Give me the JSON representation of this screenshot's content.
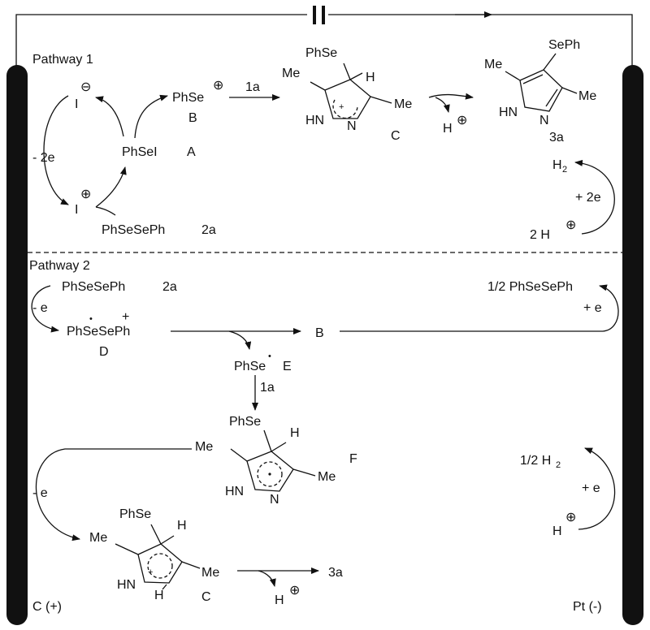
{
  "electrodes": {
    "anode": "C (+)",
    "cathode": "Pt (-)"
  },
  "pathway1": {
    "title": "Pathway 1",
    "i_minus": "I",
    "i_minus_charge": "⊖",
    "i_plus": "I",
    "i_plus_charge": "⊕",
    "minus2e": "- 2e",
    "phsei": "PhSeI",
    "phsei_label": "A",
    "phse_cation": "PhSe",
    "phse_cation_charge": "⊕",
    "phse_cation_label": "B",
    "diselenide": "PhSeSePh",
    "diselenide_label": "2a",
    "arrow_1a": "1a",
    "intC": {
      "phse": "PhSe",
      "h": "H",
      "me_left": "Me",
      "me_right": "Me",
      "hn": "HN",
      "n": "N",
      "plus": "+",
      "label": "C"
    },
    "hplus": "H",
    "hplus_charge": "⊕",
    "product": {
      "seph": "SePh",
      "me_left": "Me",
      "me_right": "Me",
      "hn": "HN",
      "n": "N",
      "label": "3a"
    },
    "cathode": {
      "h2": "H",
      "h2_sub": "2",
      "plus2e": "+ 2e",
      "two_h": "2 H",
      "charge": "⊕"
    }
  },
  "pathway2": {
    "title": "Pathway 2",
    "diselenide": "PhSeSePh",
    "diselenide_label": "2a",
    "minus_e": "- e",
    "radical_cation": "PhSeSePh",
    "radical_dot": "•",
    "radical_plus": "+",
    "radical_label": "D",
    "b": "B",
    "phse_radical": "PhSe",
    "phse_radical_dot": "•",
    "phse_radical_label": "E",
    "arrow_1a": "1a",
    "half_diselenide": "1/2 PhSeSePh",
    "plus_e_top": "+ e",
    "intF": {
      "phse": "PhSe",
      "h": "H",
      "me_left": "Me",
      "me_right": "Me",
      "hn": "HN",
      "n": "N",
      "label": "F"
    },
    "minus_e2": "- e",
    "intC": {
      "phse": "PhSe",
      "h": "H",
      "me_left": "Me",
      "me_right": "Me",
      "hn": "HN",
      "h_bottom": "H",
      "plus": "+",
      "label": "C"
    },
    "hplus": "H",
    "hplus_charge": "⊕",
    "product": "3a",
    "cathode": {
      "half_h2": "1/2 H",
      "h2_sub": "2",
      "plus_e": "+ e",
      "h": "H",
      "charge": "⊕"
    }
  }
}
